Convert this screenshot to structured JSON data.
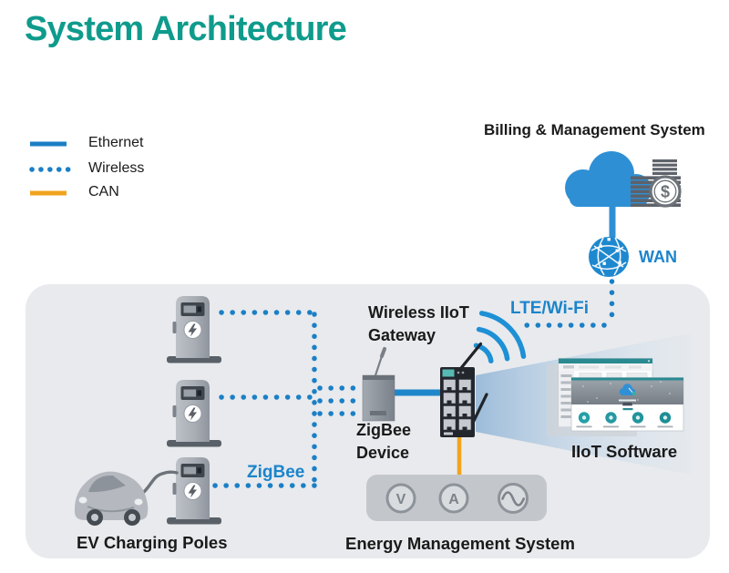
{
  "title": "System Architecture",
  "legend": {
    "items": [
      {
        "label": "Ethernet",
        "style": "solid-blue"
      },
      {
        "label": "Wireless",
        "style": "dotted-blue"
      },
      {
        "label": "CAN",
        "style": "solid-orange"
      }
    ]
  },
  "billing": {
    "label": "Billing & Management System",
    "coin_symbol": "$"
  },
  "wan": {
    "label": "WAN"
  },
  "links": {
    "lte_wifi": "LTE/Wi-Fi",
    "zigbee": "ZigBee"
  },
  "gateway": {
    "label": "Wireless IIoT\nGateway"
  },
  "zigbee_device": {
    "label": "ZigBee\nDevice"
  },
  "ev_poles": {
    "label": "EV Charging Poles"
  },
  "ems": {
    "label": "Energy Management System",
    "volt_symbol": "V",
    "amp_symbol": "A"
  },
  "iiot_software": {
    "label": "IIoT Software"
  },
  "colors": {
    "line_blue": "#1b7fc6",
    "link_text_blue": "#1b84cb",
    "can_orange": "#f0a41e",
    "title_teal": "#0f9b8c",
    "icon_blue": "#2e8fd4",
    "panel_gray": "#e8eaed",
    "ems_gray": "#c3c7cc"
  }
}
